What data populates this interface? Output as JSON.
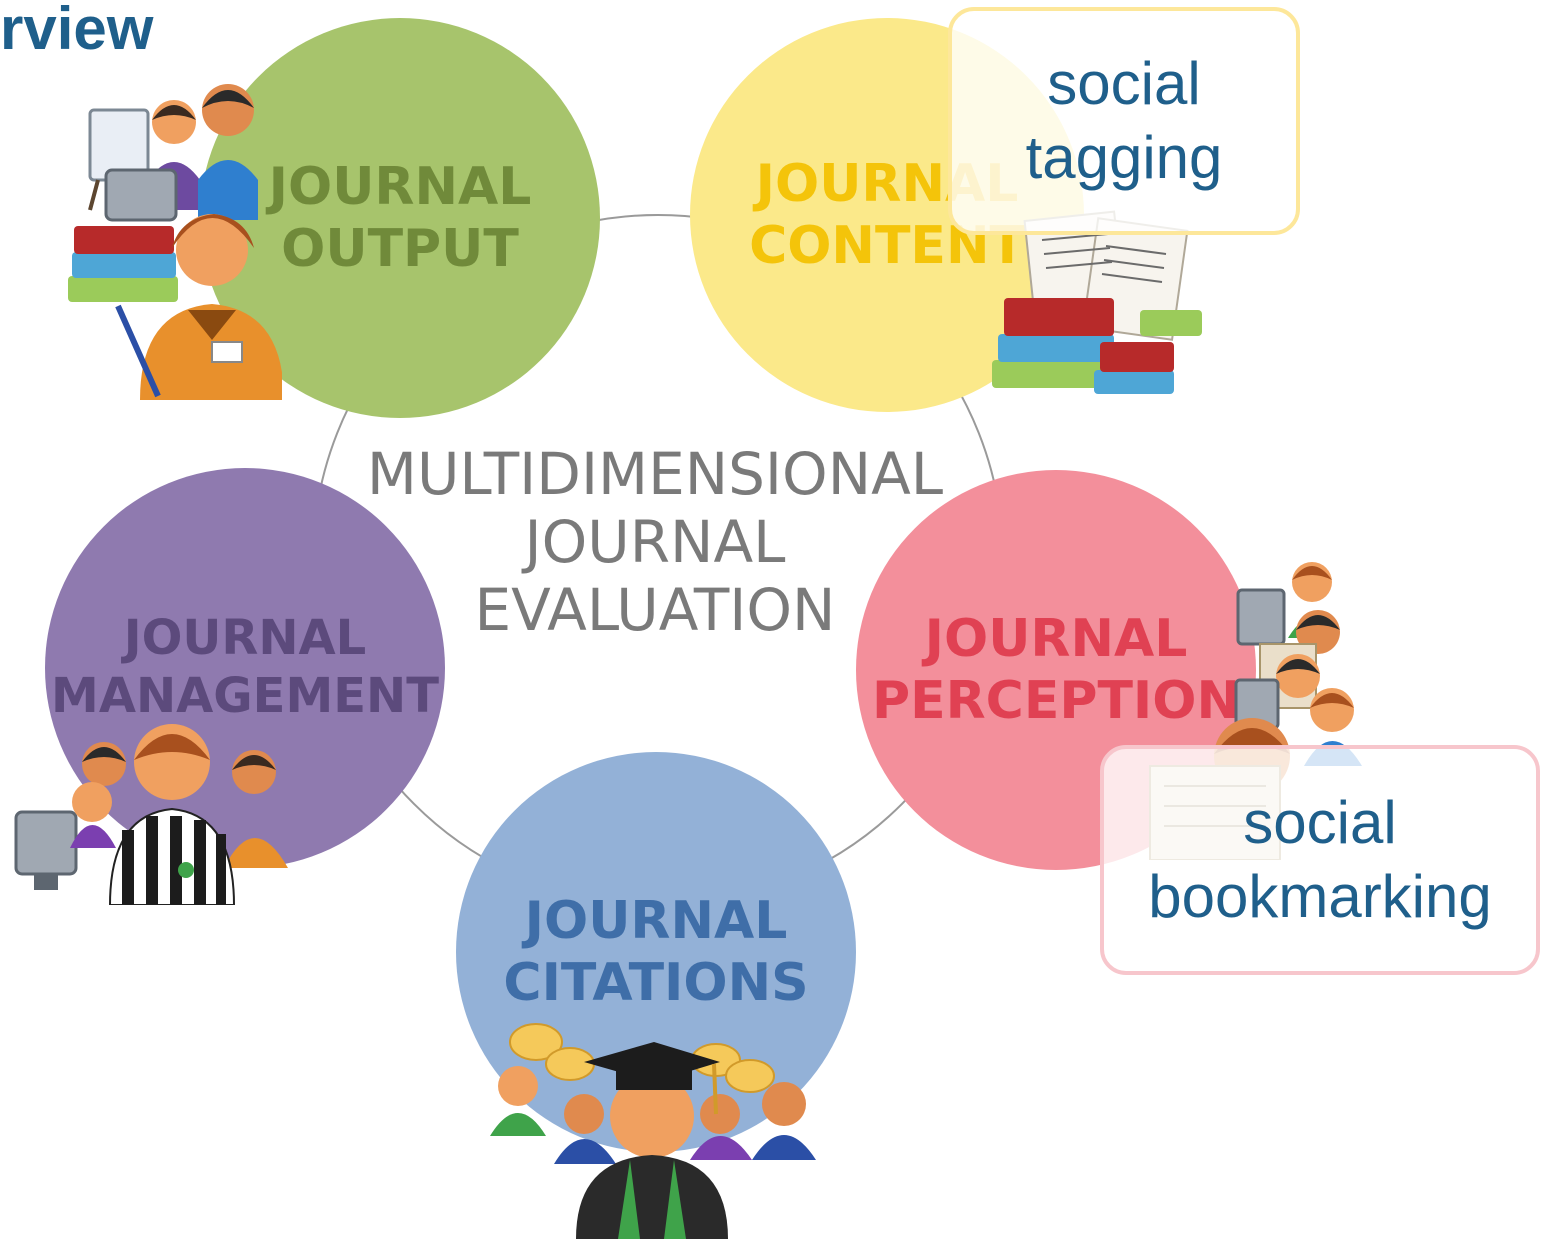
{
  "title": "rview",
  "center_label": [
    "MULTIDIMENSIONAL",
    "JOURNAL",
    "EVALUATION"
  ],
  "nodes": {
    "output": {
      "line1": "JOURNAL",
      "line2": "OUTPUT",
      "color": "#a7c46c"
    },
    "content": {
      "line1": "JOURNAL",
      "line2": "CONTENT",
      "color": "#fbe98a"
    },
    "management": {
      "line1": "JOURNAL",
      "line2": "MANAGEMENT",
      "color": "#8f7aaf"
    },
    "perception": {
      "line1": "JOURNAL",
      "line2": "PERCEPTION",
      "color": "#f38f9b"
    },
    "citations": {
      "line1": "JOURNAL",
      "line2": "CITATIONS",
      "color": "#93b1d7"
    }
  },
  "callouts": {
    "tagging": {
      "line1": "social",
      "line2": "tagging"
    },
    "bookmarking": {
      "line1": "social",
      "line2": "bookmarking"
    }
  },
  "icons": [
    "teachers-icon",
    "books-documents-icon",
    "referee-team-icon",
    "newspaper-readers-icon",
    "graduate-group-icon"
  ]
}
